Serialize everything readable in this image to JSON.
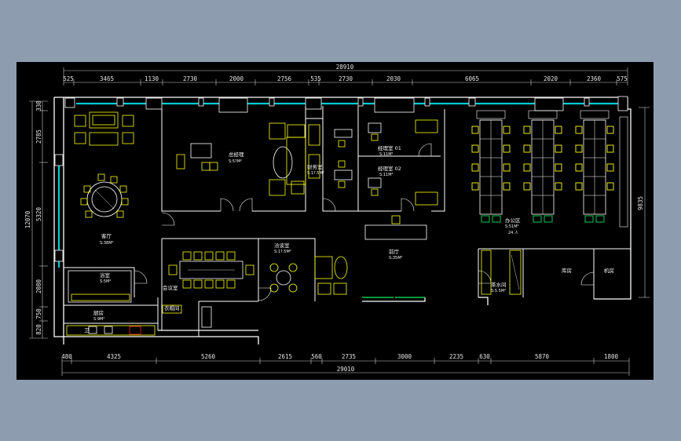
{
  "colors": {
    "background": "#000000",
    "page": "#8e9cb0",
    "wall": "#ffffff",
    "glass": "#00c8d2",
    "furniture": "#ffff00",
    "door": "#00c850",
    "dimension": "#e6e6e6",
    "accent_red": "#ff2020"
  },
  "dimensions": {
    "top_total": "28910",
    "top_segments": [
      "525",
      "3465",
      "1130",
      "2730",
      "2000",
      "2756",
      "535",
      "2730",
      "2030",
      "6065",
      "2020",
      "2360",
      "575"
    ],
    "bottom_total": "29010",
    "bottom_segments": [
      "480",
      "4325",
      "5260",
      "2615",
      "560",
      "2735",
      "3000",
      "2235",
      "630",
      "5870",
      "1800"
    ],
    "left_total": "12070",
    "left_segments": [
      "330",
      "2785",
      "5320",
      "2080",
      "750",
      "820"
    ],
    "right_total": "9835"
  },
  "rooms": {
    "gm_office": {
      "name": "总经理",
      "area": "S:5?M²"
    },
    "finance": {
      "name": "财务室",
      "area": "S:1?.5M²"
    },
    "manager1": {
      "name": "经理室 01",
      "area": "S:11M²"
    },
    "manager2": {
      "name": "经理室 02",
      "area": "S:11M²"
    },
    "open_office": {
      "name": "办公区",
      "area": "S:51M²",
      "seats": "24 人"
    },
    "reception": {
      "name": "客厅",
      "area": "S:38M²"
    },
    "meeting": {
      "name": "会议室",
      "area": ""
    },
    "negotiation": {
      "name": "洽谈室",
      "area": "S:1?.5M²"
    },
    "hall": {
      "name": "前厅",
      "area": "S:35M²"
    },
    "bathroom": {
      "name": "浴室",
      "area": "S:5M²"
    },
    "kitchen": {
      "name": "厨房",
      "area": "S:9M²"
    },
    "dressing": {
      "name": "衣帽间",
      "area": ""
    },
    "storage": {
      "name": "卫",
      "area": ""
    },
    "tea_room": {
      "name": "茶水间",
      "area": "S:5.5M²"
    },
    "server": {
      "name": "机房",
      "area": ""
    },
    "archive": {
      "name": "库房",
      "area": ""
    }
  }
}
